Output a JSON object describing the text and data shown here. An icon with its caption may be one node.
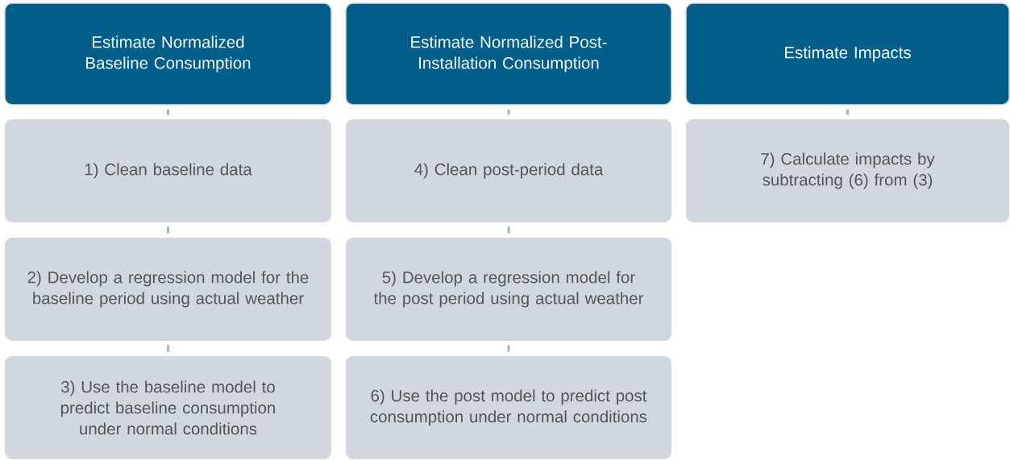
{
  "diagram": {
    "nodes": [
      {
        "text": [
          "Estimate Normalized Baseline Consumption"
        ]
      },
      {
        "text": [
          "1) Clean baseline data"
        ]
      },
      {
        "text": [
          "2) Develop a regression model for the baseline period using actual weather"
        ]
      },
      {
        "text": [
          "3) Use the baseline model to predict baseline consumption under normal conditions"
        ]
      },
      {
        "text": [
          "Estimate Normalized Post-Installation Consumption"
        ]
      },
      {
        "text": [
          "4) Clean post-period data"
        ]
      },
      {
        "text": [
          "5) Develop a regression model for the post period using actual weather"
        ]
      },
      {
        "text": [
          "6) Use the post model to predict post consumption under normal conditions"
        ]
      },
      {
        "text": [
          "Estimate Impacts"
        ]
      },
      {
        "text": [
          "7) Calculate impacts by subtracting (6) from (3)"
        ]
      }
    ],
    "edges": [
      {
        "from": 0,
        "to": 1,
        "arrow": "none"
      },
      {
        "from": 1,
        "to": 2,
        "arrow": "none"
      },
      {
        "from": 2,
        "to": 3,
        "arrow": "none"
      },
      {
        "from": 4,
        "to": 5,
        "arrow": "none"
      },
      {
        "from": 5,
        "to": 6,
        "arrow": "none"
      },
      {
        "from": 6,
        "to": 7,
        "arrow": "none"
      },
      {
        "from": 8,
        "to": 9,
        "arrow": "none"
      }
    ]
  }
}
